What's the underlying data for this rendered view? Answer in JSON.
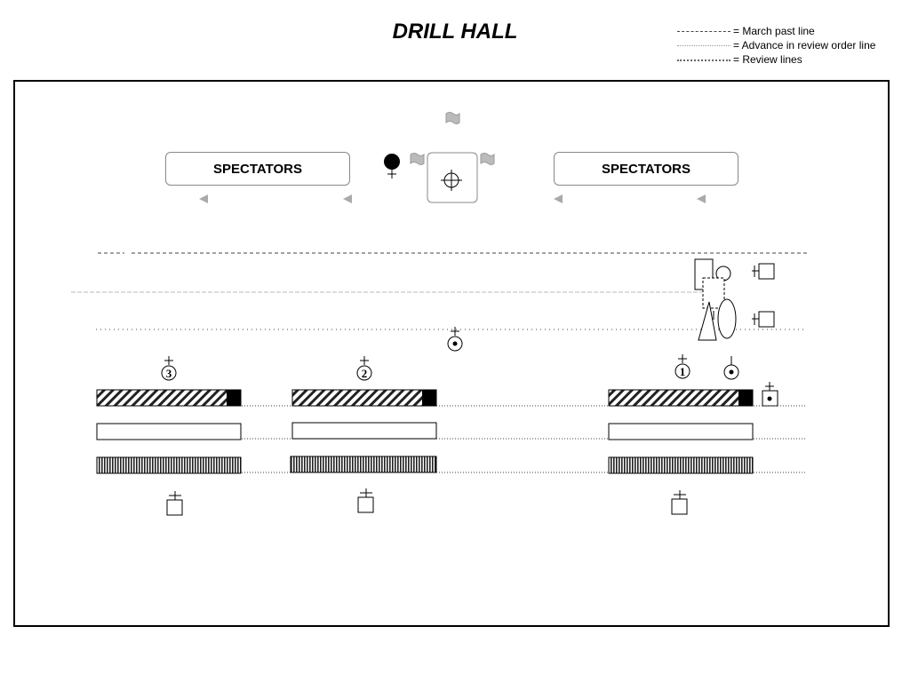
{
  "title": "DRILL HALL",
  "legend": [
    {
      "label": "= March past line"
    },
    {
      "label": "= Advance in review order line"
    },
    {
      "label": "= Review lines"
    }
  ],
  "spectators": [
    {
      "label": "SPECTATORS"
    },
    {
      "label": "SPECTATORS"
    }
  ],
  "platoons": [
    {
      "number": "3"
    },
    {
      "number": "2"
    },
    {
      "number": "1"
    }
  ]
}
